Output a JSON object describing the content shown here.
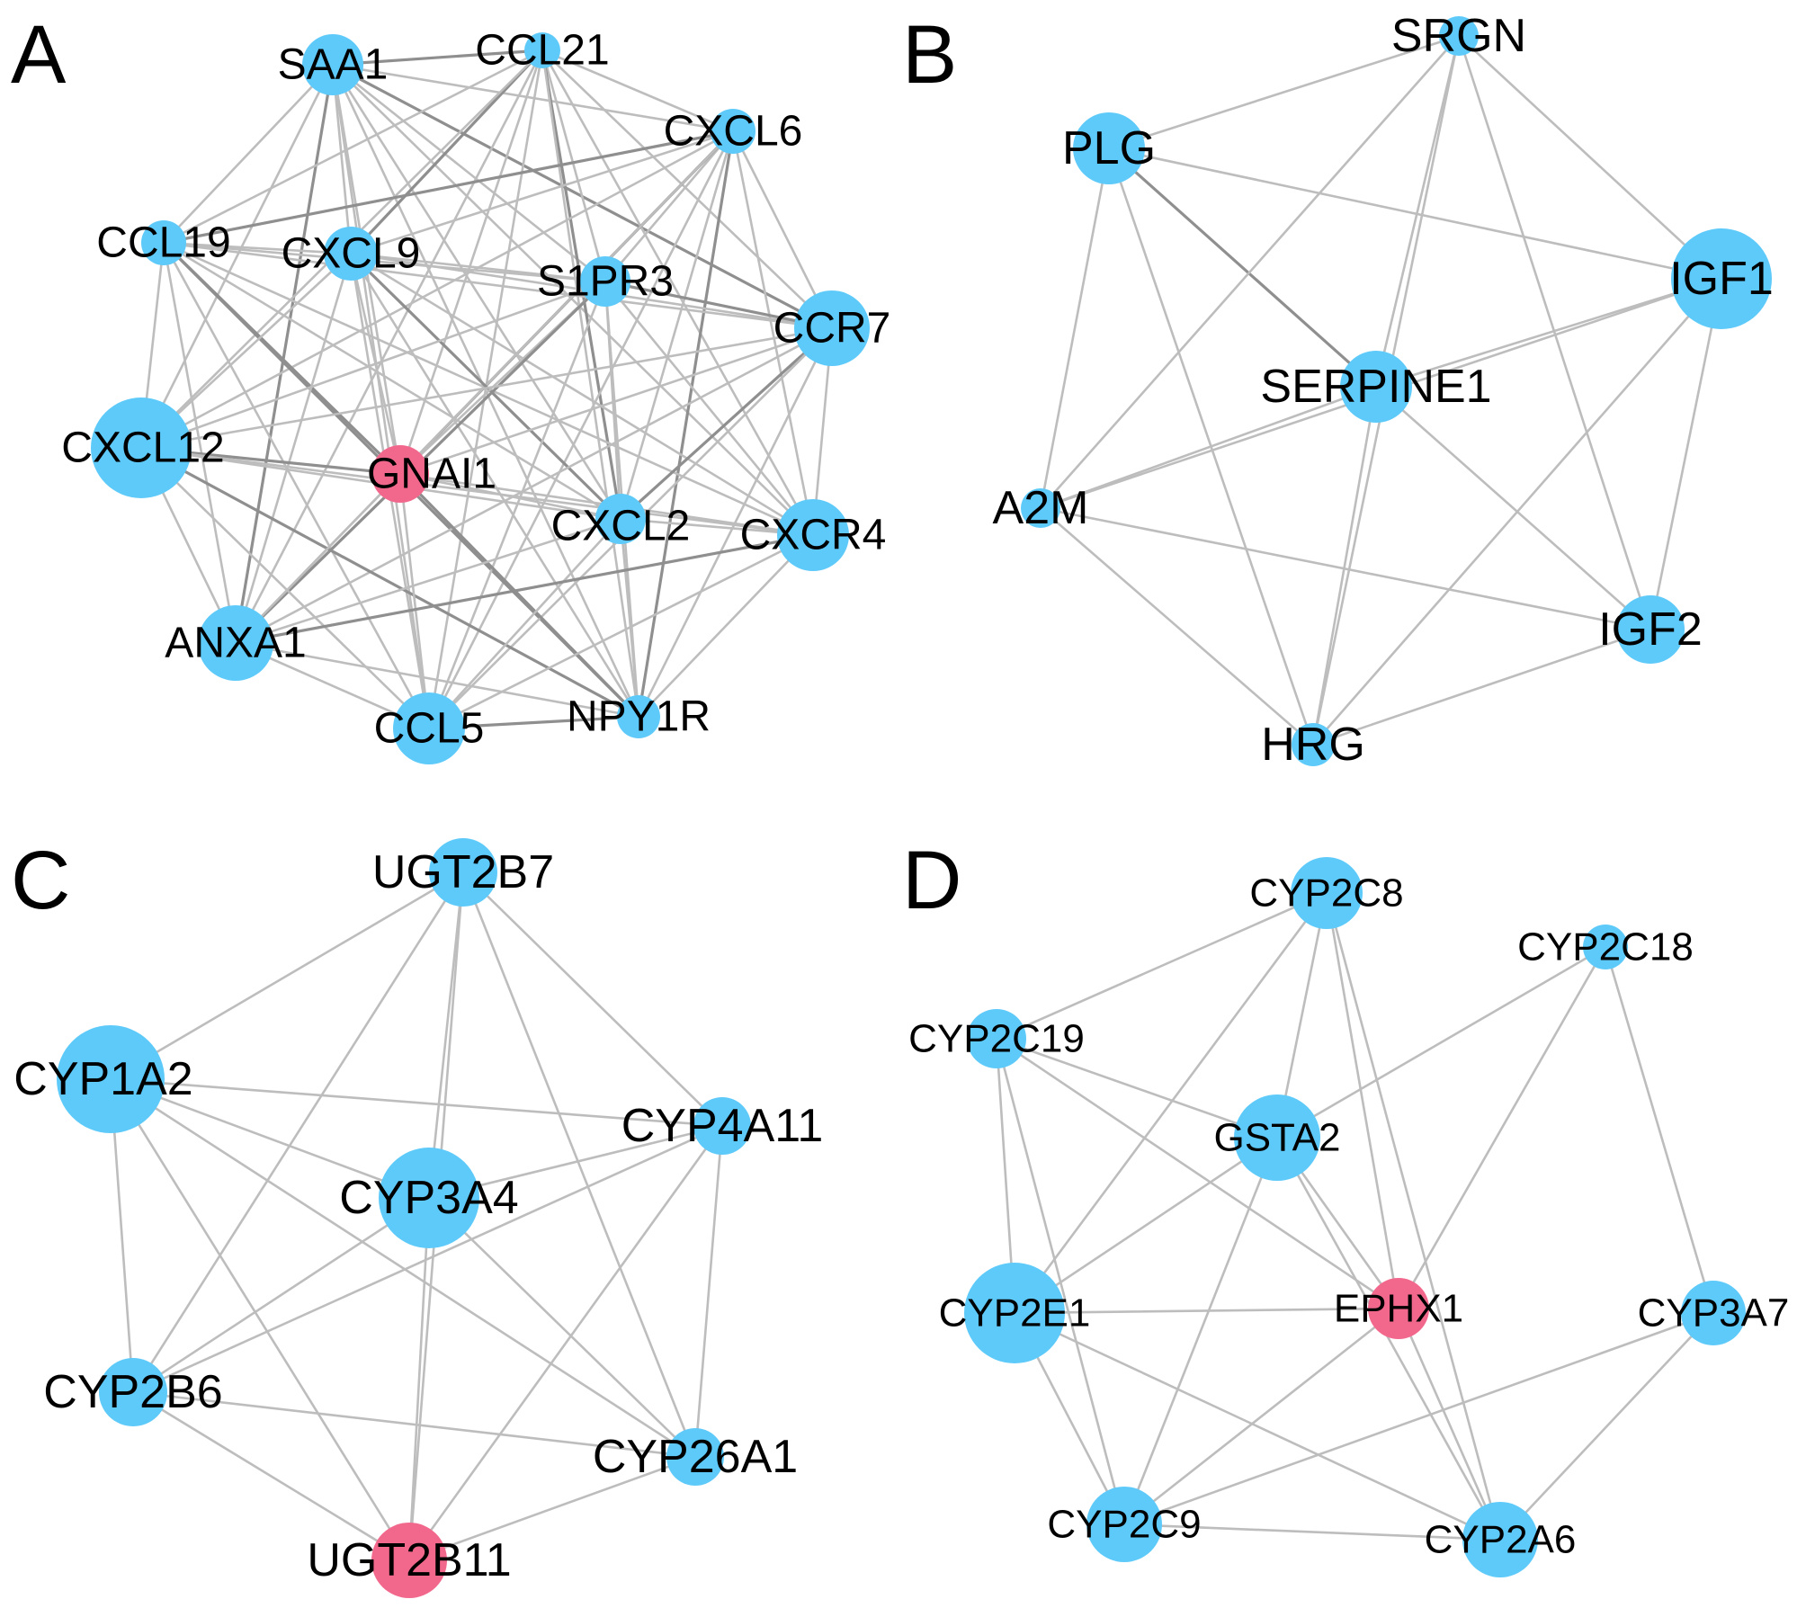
{
  "colors": {
    "node_default": "#5ECAFA",
    "node_highlight": "#F2688C",
    "edge_light": "#BDBDBD",
    "edge_dark": "#8F8F8F",
    "background": "#FFFFFF"
  },
  "panels": [
    {
      "letter": "A",
      "nodes": [
        {
          "id": "SAA1",
          "label": "SAA1",
          "color": "default"
        },
        {
          "id": "CCL21",
          "label": "CCL21",
          "color": "default"
        },
        {
          "id": "CXCL6",
          "label": "CXCL6",
          "color": "default"
        },
        {
          "id": "CCL19",
          "label": "CCL19",
          "color": "default"
        },
        {
          "id": "CXCL9",
          "label": "CXCL9",
          "color": "default"
        },
        {
          "id": "S1PR3",
          "label": "S1PR3",
          "color": "default"
        },
        {
          "id": "CCR7",
          "label": "CCR7",
          "color": "default"
        },
        {
          "id": "CXCL12",
          "label": "CXCL12",
          "color": "default"
        },
        {
          "id": "GNAI1",
          "label": "GNAI1",
          "color": "highlight"
        },
        {
          "id": "CXCL2",
          "label": "CXCL2",
          "color": "default"
        },
        {
          "id": "CXCR4",
          "label": "CXCR4",
          "color": "default"
        },
        {
          "id": "ANXA1",
          "label": "ANXA1",
          "color": "default"
        },
        {
          "id": "CCL5",
          "label": "CCL5",
          "color": "default"
        },
        {
          "id": "NPY1R",
          "label": "NPY1R",
          "color": "default"
        }
      ],
      "edges": "complete"
    },
    {
      "letter": "B",
      "nodes": [
        {
          "id": "SRGN",
          "label": "SRGN",
          "color": "default"
        },
        {
          "id": "PLG",
          "label": "PLG",
          "color": "default"
        },
        {
          "id": "IGF1",
          "label": "IGF1",
          "color": "default"
        },
        {
          "id": "SERPINE1",
          "label": "SERPINE1",
          "color": "default"
        },
        {
          "id": "A2M",
          "label": "A2M",
          "color": "default"
        },
        {
          "id": "IGF2",
          "label": "IGF2",
          "color": "default"
        },
        {
          "id": "HRG",
          "label": "HRG",
          "color": "default"
        }
      ],
      "edges": [
        [
          "PLG",
          "SRGN"
        ],
        [
          "PLG",
          "IGF1"
        ],
        [
          "PLG",
          "SERPINE1"
        ],
        [
          "PLG",
          "A2M"
        ],
        [
          "PLG",
          "HRG"
        ],
        [
          "SRGN",
          "IGF1"
        ],
        [
          "SRGN",
          "SERPINE1"
        ],
        [
          "SRGN",
          "A2M"
        ],
        [
          "SRGN",
          "IGF2"
        ],
        [
          "SRGN",
          "HRG"
        ],
        [
          "IGF1",
          "SERPINE1"
        ],
        [
          "IGF1",
          "A2M"
        ],
        [
          "IGF1",
          "IGF2"
        ],
        [
          "IGF1",
          "HRG"
        ],
        [
          "SERPINE1",
          "A2M"
        ],
        [
          "SERPINE1",
          "IGF2"
        ],
        [
          "SERPINE1",
          "HRG"
        ],
        [
          "A2M",
          "HRG"
        ],
        [
          "A2M",
          "IGF2"
        ],
        [
          "IGF2",
          "HRG"
        ]
      ]
    },
    {
      "letter": "C",
      "nodes": [
        {
          "id": "UGT2B7",
          "label": "UGT2B7",
          "color": "default"
        },
        {
          "id": "CYP1A2",
          "label": "CYP1A2",
          "color": "default"
        },
        {
          "id": "CYP4A11",
          "label": "CYP4A11",
          "color": "default"
        },
        {
          "id": "CYP3A4",
          "label": "CYP3A4",
          "color": "default"
        },
        {
          "id": "CYP2B6",
          "label": "CYP2B6",
          "color": "default"
        },
        {
          "id": "CYP26A1",
          "label": "CYP26A1",
          "color": "default"
        },
        {
          "id": "UGT2B11",
          "label": "UGT2B11",
          "color": "highlight"
        }
      ],
      "edges": [
        [
          "UGT2B7",
          "CYP1A2"
        ],
        [
          "UGT2B7",
          "CYP4A11"
        ],
        [
          "UGT2B7",
          "CYP3A4"
        ],
        [
          "UGT2B7",
          "CYP2B6"
        ],
        [
          "UGT2B7",
          "CYP26A1"
        ],
        [
          "UGT2B7",
          "UGT2B11"
        ],
        [
          "CYP1A2",
          "CYP4A11"
        ],
        [
          "CYP1A2",
          "CYP3A4"
        ],
        [
          "CYP1A2",
          "CYP2B6"
        ],
        [
          "CYP1A2",
          "CYP26A1"
        ],
        [
          "CYP1A2",
          "UGT2B11"
        ],
        [
          "CYP4A11",
          "CYP3A4"
        ],
        [
          "CYP4A11",
          "CYP2B6"
        ],
        [
          "CYP4A11",
          "CYP26A1"
        ],
        [
          "CYP4A11",
          "UGT2B11"
        ],
        [
          "CYP3A4",
          "CYP2B6"
        ],
        [
          "CYP3A4",
          "CYP26A1"
        ],
        [
          "CYP3A4",
          "UGT2B11"
        ],
        [
          "CYP2B6",
          "CYP26A1"
        ],
        [
          "CYP2B6",
          "UGT2B11"
        ],
        [
          "CYP26A1",
          "UGT2B11"
        ]
      ]
    },
    {
      "letter": "D",
      "nodes": [
        {
          "id": "CYP2C8",
          "label": "CYP2C8",
          "color": "default"
        },
        {
          "id": "CYP2C18",
          "label": "CYP2C18",
          "color": "default"
        },
        {
          "id": "CYP2C19",
          "label": "CYP2C19",
          "color": "default"
        },
        {
          "id": "GSTA2",
          "label": "GSTA2",
          "color": "default"
        },
        {
          "id": "CYP2E1",
          "label": "CYP2E1",
          "color": "default"
        },
        {
          "id": "EPHX1",
          "label": "EPHX1",
          "color": "highlight"
        },
        {
          "id": "CYP3A7",
          "label": "CYP3A7",
          "color": "default"
        },
        {
          "id": "CYP2C9",
          "label": "CYP2C9",
          "color": "default"
        },
        {
          "id": "CYP2A6",
          "label": "CYP2A6",
          "color": "default"
        }
      ],
      "edges": [
        [
          "CYP2C8",
          "CYP2C19"
        ],
        [
          "CYP2C8",
          "GSTA2"
        ],
        [
          "CYP2C8",
          "CYP2E1"
        ],
        [
          "CYP2C8",
          "EPHX1"
        ],
        [
          "CYP2C8",
          "CYP2A6"
        ],
        [
          "CYP2C18",
          "GSTA2"
        ],
        [
          "CYP2C18",
          "EPHX1"
        ],
        [
          "CYP2C18",
          "CYP3A7"
        ],
        [
          "CYP2C19",
          "GSTA2"
        ],
        [
          "CYP2C19",
          "CYP2E1"
        ],
        [
          "CYP2C19",
          "EPHX1"
        ],
        [
          "CYP2C19",
          "CYP2C9"
        ],
        [
          "GSTA2",
          "CYP2E1"
        ],
        [
          "GSTA2",
          "EPHX1"
        ],
        [
          "GSTA2",
          "CYP2C9"
        ],
        [
          "GSTA2",
          "CYP2A6"
        ],
        [
          "CYP2E1",
          "EPHX1"
        ],
        [
          "CYP2E1",
          "CYP2C9"
        ],
        [
          "CYP2E1",
          "CYP2A6"
        ],
        [
          "EPHX1",
          "CYP2C9"
        ],
        [
          "EPHX1",
          "CYP2A6"
        ],
        [
          "CYP3A7",
          "CYP2C9"
        ],
        [
          "CYP3A7",
          "CYP2A6"
        ],
        [
          "CYP2C9",
          "CYP2A6"
        ]
      ]
    }
  ]
}
